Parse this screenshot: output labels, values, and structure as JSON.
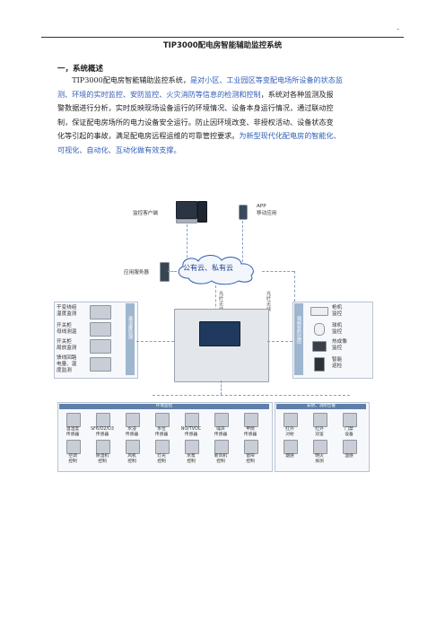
{
  "header": {
    "mark": "-"
  },
  "doc_title": "TIP3000配电房智能辅助监控系统",
  "section1": {
    "heading": "一，系统概述"
  },
  "overview": {
    "l1a": "TIP3000配电房智能辅助监控系统，",
    "l1b": "是对小区、工业园区等变配电场所设备的状态监",
    "l2a": "测、环境的实时监控、安防监控、火灾消防等信息的检测和控制",
    "l2b": "，系统对各种监测及报",
    "l3": "警数据进行分析，实时反映现场设备运行的环境情况、设备本身运行情况，通过联动控",
    "l4": "制，保证配电房场所的电力设备安全运行。防止因环境改变、非授权活动、设备状态变",
    "l5a": "化等引起的事故，满足配电房远程运维的可靠管控要求。",
    "l5b": "为新型现代化配电房的智能化、",
    "l6": "可视化、自动化、互动化做有效支撑。"
  },
  "diagram": {
    "client": "监控客户端",
    "app_line1": "APP",
    "app_line2": "移动应用",
    "cloud": "公有云、私有云",
    "app_server": "应用服务器",
    "link_left": "光纤/无线",
    "link_right": "光纤/无线",
    "left_band": "温湿度监测",
    "left_items": [
      {
        "l1": "干变绕组",
        "l2": "温度监测"
      },
      {
        "l1": "开关柜",
        "l2": "母线测温"
      },
      {
        "l1": "开关柜",
        "l2": "局放监测"
      },
      {
        "l1": "馈线回路",
        "l2": "电量、温",
        "l3": "度监测"
      }
    ],
    "right_band": "视频安防监控",
    "right_items": [
      {
        "l1": "枪机",
        "l2": "监控"
      },
      {
        "l1": "球机",
        "l2": "监控"
      },
      {
        "l1": "热成像",
        "l2": "监控"
      },
      {
        "l1": "智能",
        "l2": "巡检"
      }
    ],
    "env_header": "环境监控",
    "sec_header": "安防、消防告警",
    "env_row1": [
      {
        "l1": "温湿度",
        "l2": "传感器"
      },
      {
        "l1": "SF6/O2/O3",
        "l2": "传感器"
      },
      {
        "l1": "水浸",
        "l2": "传感器"
      },
      {
        "l1": "水位",
        "l2": "传感器"
      },
      {
        "l1": "NO/TVOC",
        "l2": "传感器"
      },
      {
        "l1": "噪声",
        "l2": "传感器"
      },
      {
        "l1": "甲烷",
        "l2": "传感器"
      }
    ],
    "env_row2": [
      {
        "l1": "空调",
        "l2": "控制"
      },
      {
        "l1": "除湿机",
        "l2": "控制"
      },
      {
        "l1": "风机",
        "l2": "控制"
      },
      {
        "l1": "灯光",
        "l2": "控制"
      },
      {
        "l1": "水泵",
        "l2": "控制"
      },
      {
        "l1": "新风机",
        "l2": "控制"
      },
      {
        "l1": "窗帘",
        "l2": "控制"
      }
    ],
    "sec_row1": [
      {
        "l1": "红外",
        "l2": "对射"
      },
      {
        "l1": "红外",
        "l2": "双鉴"
      },
      {
        "l1": "门禁",
        "l2": "设备"
      }
    ],
    "sec_row2": [
      {
        "l1": "烟感",
        "l2": ""
      },
      {
        "l1": "明火",
        "l2": "探测"
      },
      {
        "l1": "温感",
        "l2": ""
      }
    ],
    "colors": {
      "line": "#7fa3c8",
      "band": "#9fb6cf",
      "bar": "#5f7fa8",
      "cloud": "#2e5cb8"
    }
  }
}
